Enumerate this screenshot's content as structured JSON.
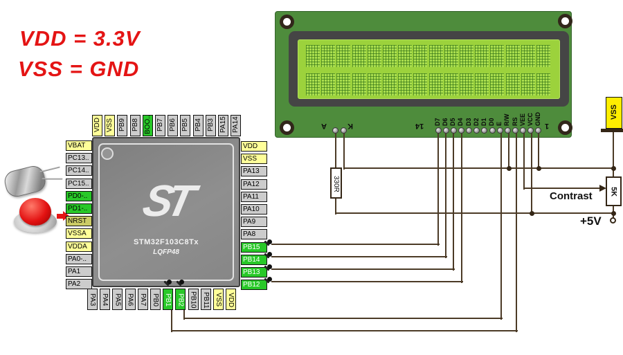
{
  "annotations": {
    "line1": "VDD = 3.3V",
    "line2": "VSS = GND"
  },
  "chip": {
    "logo": "ST",
    "name": "STM32F103C8Tx",
    "package": "LQFP48",
    "pins": {
      "top": [
        {
          "label": "VDD",
          "type": "power"
        },
        {
          "label": "VSS",
          "type": "power"
        },
        {
          "label": "PB9"
        },
        {
          "label": "PB8"
        },
        {
          "label": "BOO..",
          "type": "config"
        },
        {
          "label": "PB7"
        },
        {
          "label": "PB6"
        },
        {
          "label": "PB5"
        },
        {
          "label": "PB4"
        },
        {
          "label": "PB3"
        },
        {
          "label": "PA15"
        },
        {
          "label": "PA14"
        }
      ],
      "left": [
        {
          "label": "VBAT",
          "type": "power"
        },
        {
          "label": "PC13.."
        },
        {
          "label": "PC14.."
        },
        {
          "label": "PC15.."
        },
        {
          "label": "PD0-..",
          "type": "config"
        },
        {
          "label": "PD1-..",
          "type": "config"
        },
        {
          "label": "NRST",
          "type": "reset"
        },
        {
          "label": "VSSA",
          "type": "power"
        },
        {
          "label": "VDDA",
          "type": "power"
        },
        {
          "label": "PA0-.."
        },
        {
          "label": "PA1"
        },
        {
          "label": "PA2"
        }
      ],
      "right": [
        {
          "label": "VDD",
          "type": "power"
        },
        {
          "label": "VSS",
          "type": "power"
        },
        {
          "label": "PA13"
        },
        {
          "label": "PA12"
        },
        {
          "label": "PA11"
        },
        {
          "label": "PA10"
        },
        {
          "label": "PA9"
        },
        {
          "label": "PA8"
        },
        {
          "label": "PB15",
          "type": "active"
        },
        {
          "label": "PB14",
          "type": "active"
        },
        {
          "label": "PB13",
          "type": "active"
        },
        {
          "label": "PB12",
          "type": "active"
        }
      ],
      "bottom": [
        {
          "label": "PA3"
        },
        {
          "label": "PA4"
        },
        {
          "label": "PA5"
        },
        {
          "label": "PA6"
        },
        {
          "label": "PA7"
        },
        {
          "label": "PB0"
        },
        {
          "label": "PB1",
          "type": "active"
        },
        {
          "label": "PB2",
          "type": "active"
        },
        {
          "label": "PB10"
        },
        {
          "label": "PB11"
        },
        {
          "label": "VSS",
          "type": "power"
        },
        {
          "label": "VDD",
          "type": "power"
        }
      ]
    }
  },
  "lcd": {
    "cols": 16,
    "rows": 2,
    "pins": [
      "D7",
      "D6",
      "D5",
      "D4",
      "D3",
      "D2",
      "D1",
      "D0",
      "E",
      "R/W",
      "RS",
      "VEE",
      "VCC",
      "GND"
    ],
    "pin_number_first": "1",
    "pin_number_last": "14",
    "backlight_anode": "A",
    "backlight_cathode": "K"
  },
  "components": {
    "backlight_resistor": "330R",
    "contrast_pot": "5K",
    "vss_terminal": "VSS",
    "contrast_label": "Contrast",
    "supply_label": "+5V"
  },
  "colors": {
    "annotation_red": "#e41414",
    "wire_brown": "#4b3a26",
    "pin_power_yellow": "#ffff99",
    "pin_active_green": "#28c828",
    "pin_reset_olive": "#cccc66",
    "pin_default_gray": "#cccccc",
    "lcd_board_green": "#4e8c3c",
    "lcd_screen_green": "#9cd23c",
    "lcd_bezel_gray": "#454545"
  }
}
